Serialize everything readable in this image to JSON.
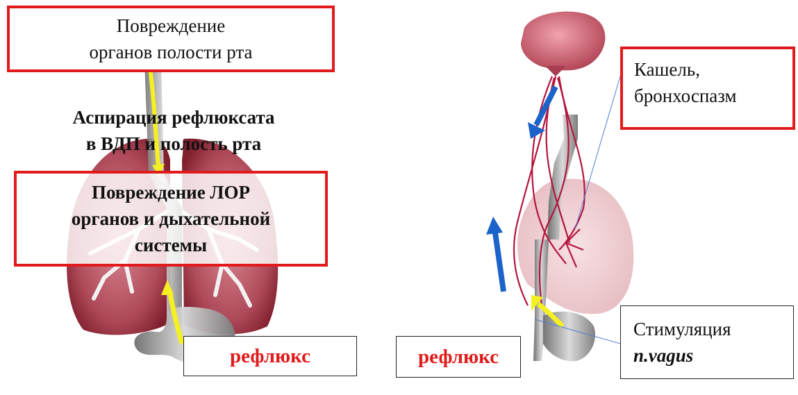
{
  "left": {
    "top_box": {
      "line1": "Повреждение",
      "line2": "органов полости рта"
    },
    "aspiration": {
      "line1": "Аспирация рефлюксата",
      "line2": "в ВДП и полость рта"
    },
    "middle_box": {
      "line1": "Повреждение   ЛОР",
      "line2": "органов и дыхательной",
      "line3": "системы"
    },
    "reflux_label": "рефлюкс"
  },
  "right": {
    "cough_box": {
      "line1": "Кашель,",
      "line2": "бронхоспазм"
    },
    "reflux_label": "рефлюкс",
    "vagus_box": {
      "line1": "Стимуляция",
      "line2": "n.vagus"
    }
  },
  "colors": {
    "box_red": "#e11b1b",
    "label_red": "#e11b1b",
    "arrow_yellow": "#f5f020",
    "arrow_blue": "#1b63c9",
    "lung": "#8e1f2e",
    "nerve": "#b3143c",
    "organ_gray": "#9a9a9a",
    "brain": "#cf6b7a"
  },
  "icons": [
    "lungs-illustration",
    "stomach-illustration",
    "brain-illustration",
    "trachea-illustration",
    "vagus-nerve-illustration"
  ]
}
